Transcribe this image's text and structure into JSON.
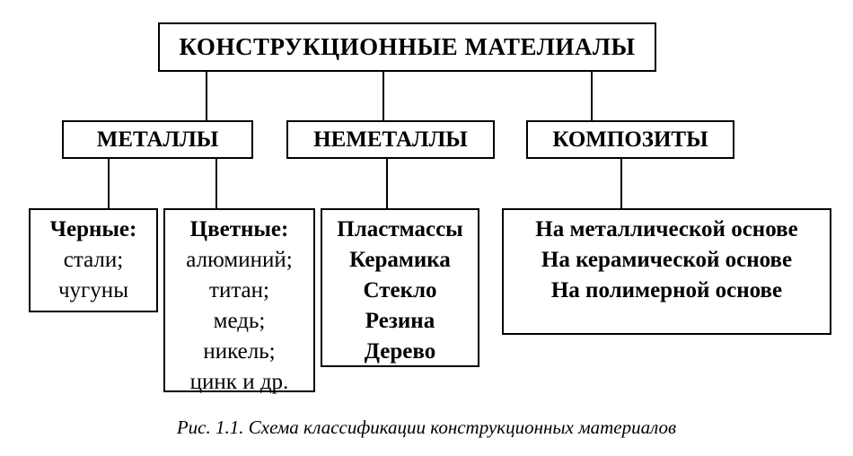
{
  "diagram": {
    "root": {
      "label": "КОНСТРУКЦИОННЫЕ МАТЕЛИАЛЫ"
    },
    "level2": {
      "metals": {
        "label": "МЕТАЛЛЫ"
      },
      "nonmetals": {
        "label": "НЕМЕТАЛЛЫ"
      },
      "composites": {
        "label": "КОМПОЗИТЫ"
      }
    },
    "level3": {
      "ferrous": {
        "title": "Черные:",
        "items": [
          "стали;",
          "чугуны"
        ]
      },
      "nonferrous": {
        "title": "Цветные:",
        "items": [
          "алюминий;",
          "титан;",
          "медь;",
          "никель;",
          "цинк и др."
        ]
      },
      "nonmetal_kinds": {
        "items": [
          "Пластмассы",
          "Керамика",
          "Стекло",
          "Резина",
          "Дерево"
        ]
      },
      "composite_kinds": {
        "items": [
          "На металлической основе",
          "На керамической основе",
          "На полимерной основе"
        ]
      }
    },
    "caption": "Рис. 1.1. Схема классификации конструкционных материалов",
    "colors": {
      "background": "#ffffff",
      "line": "#000000",
      "text": "#000000"
    }
  }
}
